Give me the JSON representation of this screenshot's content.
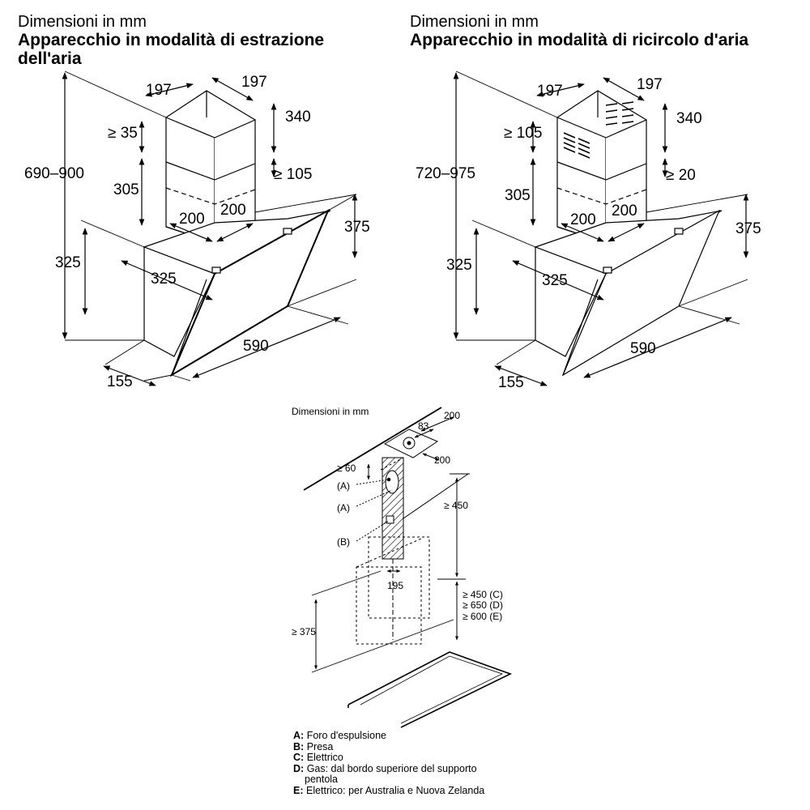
{
  "header_left": {
    "subtitle": "Dimensioni in mm",
    "title": "Apparecchio in modalità di estrazione dell'aria"
  },
  "header_right": {
    "subtitle": "Dimensioni in mm",
    "title": "Apparecchio in modalità di ricircolo d'aria"
  },
  "diagram_left": {
    "total_height": "690–900",
    "chimney_w1": "197",
    "chimney_w2": "197",
    "chimney_upper": "340",
    "gap_top": "≥ 35",
    "gap_bottom": "≥ 105",
    "chimney_lower": "305",
    "duct_w1": "200",
    "duct_w2": "200",
    "hood_depth": "375",
    "body_height": "325",
    "body_depth": "325",
    "width": "590",
    "front": "155"
  },
  "diagram_right": {
    "total_height": "720–975",
    "chimney_w1": "197",
    "chimney_w2": "197",
    "chimney_upper": "340",
    "gap_top": "≥ 105",
    "gap_bottom": "≥ 20",
    "chimney_lower": "305",
    "duct_w1": "200",
    "duct_w2": "200",
    "hood_depth": "375",
    "body_height": "325",
    "body_depth": "325",
    "width": "590",
    "front": "155"
  },
  "diagram_install": {
    "heading": "Dimensioni in mm",
    "d_200_top": "200",
    "d_83": "83",
    "d_200_side": "200",
    "d_ge60": "≥ 60",
    "label_a1": "(A)",
    "label_a2": "(A)",
    "label_b": "(B)",
    "d_ge450": "≥ 450",
    "d_195": "195",
    "d_c": "≥ 450 (C)",
    "d_d": "≥ 650 (D)",
    "d_e": "≥ 600 (E)",
    "d_ge375": "≥ 375"
  },
  "legend": [
    {
      "key": "A:",
      "text": "Foro d'espulsione"
    },
    {
      "key": "B:",
      "text": "Presa"
    },
    {
      "key": "C:",
      "text": "Elettrico"
    },
    {
      "key": "D:",
      "text": "Gas: dal bordo superiore del supporto",
      "cont": "pentola"
    },
    {
      "key": "E:",
      "text": "Elettrico: per Australia e Nuova Zelanda"
    }
  ]
}
